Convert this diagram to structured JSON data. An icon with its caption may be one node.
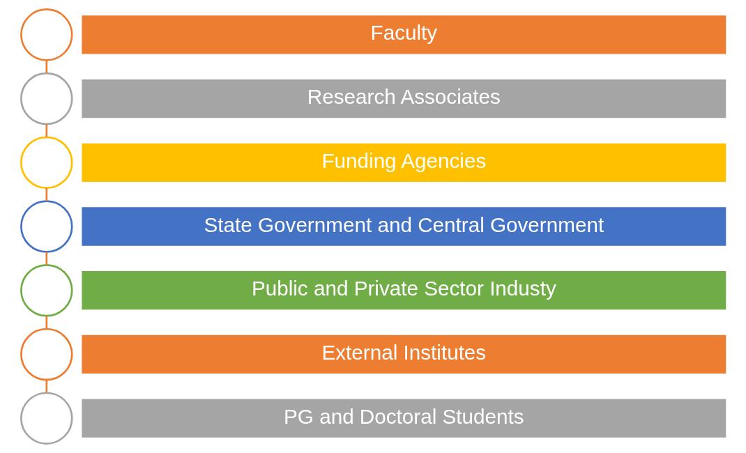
{
  "diagram": {
    "nodes": [
      {
        "text": [
          "Faculty"
        ]
      },
      {
        "text": [
          "Research Associates"
        ]
      },
      {
        "text": [
          "Funding Agencies"
        ]
      },
      {
        "text": [
          "State Government and Central Government"
        ]
      },
      {
        "text": [
          "Public and Private Sector Industy"
        ]
      },
      {
        "text": [
          "External Institutes"
        ]
      },
      {
        "text": [
          "PG and Doctoral Students"
        ]
      },
      {
        "text": [],
        "shape": "circle"
      },
      {
        "text": [],
        "shape": "circle"
      },
      {
        "text": [],
        "shape": "circle"
      },
      {
        "text": [],
        "shape": "circle"
      },
      {
        "text": [],
        "shape": "circle"
      },
      {
        "text": [],
        "shape": "circle"
      },
      {
        "text": [],
        "shape": "circle"
      }
    ],
    "edges": [
      {
        "from": 7,
        "to": 8,
        "arrow": "none"
      },
      {
        "from": 8,
        "to": 9,
        "arrow": "none"
      },
      {
        "from": 9,
        "to": 10,
        "arrow": "none"
      },
      {
        "from": 10,
        "to": 11,
        "arrow": "none"
      },
      {
        "from": 11,
        "to": 12,
        "arrow": "none"
      },
      {
        "from": 12,
        "to": 13,
        "arrow": "none"
      }
    ]
  }
}
